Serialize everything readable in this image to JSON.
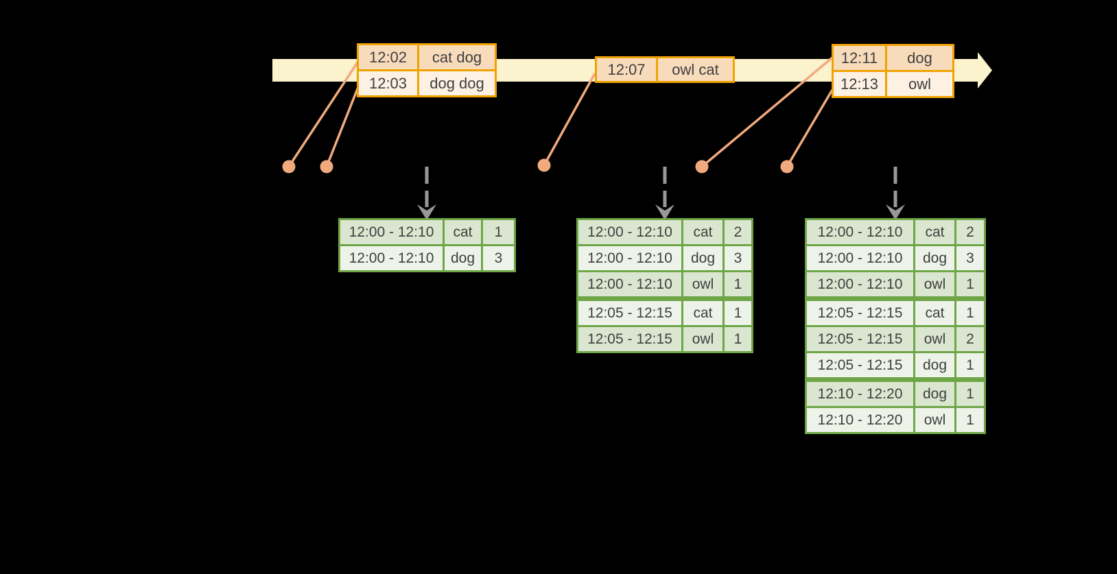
{
  "colors": {
    "background": "#000000",
    "timeline_fill": "#FBF2CE",
    "event_border": "#F0A202",
    "event_row_dark": "#F8DBBB",
    "event_row_light": "#FCF1E3",
    "connector": "#F1AA7E",
    "trigger_arrow": "#97989A",
    "result_border": "#6EA647",
    "result_row_dark": "#DBE6D0",
    "result_row_light": "#EEF3EA",
    "text": "#3F3F3F"
  },
  "event_tables": [
    {
      "rows": [
        {
          "time": "12:02",
          "words": "cat dog"
        },
        {
          "time": "12:03",
          "words": "dog dog"
        }
      ]
    },
    {
      "rows": [
        {
          "time": "12:07",
          "words": "owl cat"
        }
      ]
    },
    {
      "rows": [
        {
          "time": "12:11",
          "words": "dog"
        },
        {
          "time": "12:13",
          "words": "owl"
        }
      ]
    }
  ],
  "result_tables": [
    {
      "rows": [
        {
          "window": "12:00 - 12:10",
          "word": "cat",
          "count": "1"
        },
        {
          "window": "12:00 - 12:10",
          "word": "dog",
          "count": "3"
        }
      ]
    },
    {
      "rows": [
        {
          "window": "12:00 - 12:10",
          "word": "cat",
          "count": "2"
        },
        {
          "window": "12:00 - 12:10",
          "word": "dog",
          "count": "3"
        },
        {
          "window": "12:00 - 12:10",
          "word": "owl",
          "count": "1"
        },
        {
          "window": "12:05 - 12:15",
          "word": "cat",
          "count": "1"
        },
        {
          "window": "12:05 - 12:15",
          "word": "owl",
          "count": "1"
        }
      ]
    },
    {
      "rows": [
        {
          "window": "12:00 - 12:10",
          "word": "cat",
          "count": "2"
        },
        {
          "window": "12:00 - 12:10",
          "word": "dog",
          "count": "3"
        },
        {
          "window": "12:00 - 12:10",
          "word": "owl",
          "count": "1"
        },
        {
          "window": "12:05 - 12:15",
          "word": "cat",
          "count": "1"
        },
        {
          "window": "12:05 - 12:15",
          "word": "owl",
          "count": "2"
        },
        {
          "window": "12:05 - 12:15",
          "word": "dog",
          "count": "1"
        },
        {
          "window": "12:10 - 12:20",
          "word": "dog",
          "count": "1"
        },
        {
          "window": "12:10 - 12:20",
          "word": "owl",
          "count": "1"
        }
      ]
    }
  ]
}
